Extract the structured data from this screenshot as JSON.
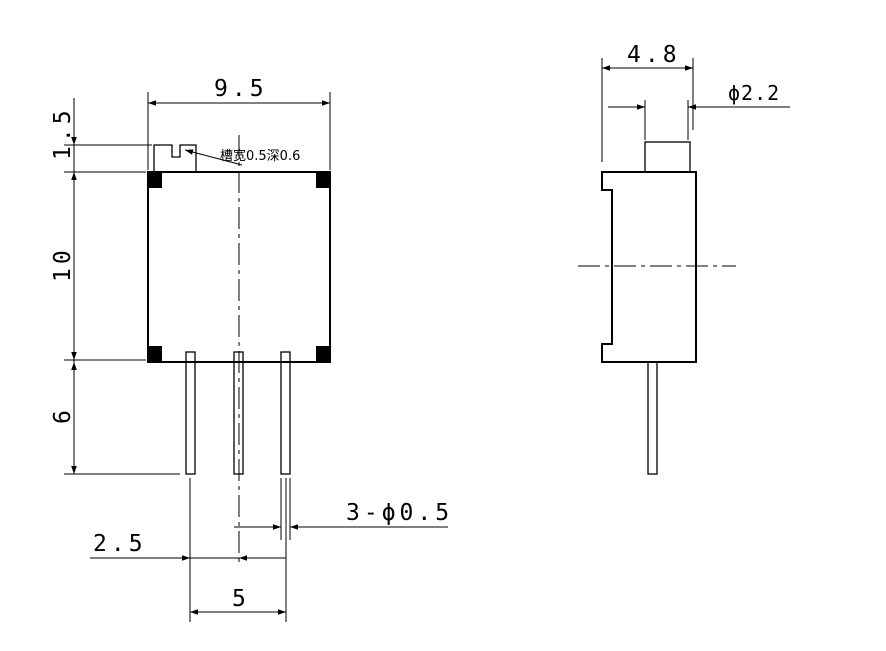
{
  "front_view": {
    "width_label": "9.5",
    "top_height_label": "1.5",
    "body_height_label": "10",
    "pin_length_label": "6",
    "slot_note": "槽宽0.5深0.6",
    "pin_offset_label": "2.5",
    "pin_pitch_label": "5",
    "pin_dia_label": "3-ϕ0.5"
  },
  "side_view": {
    "width_label": "4.8",
    "knob_dia_label": "ϕ2.2"
  }
}
